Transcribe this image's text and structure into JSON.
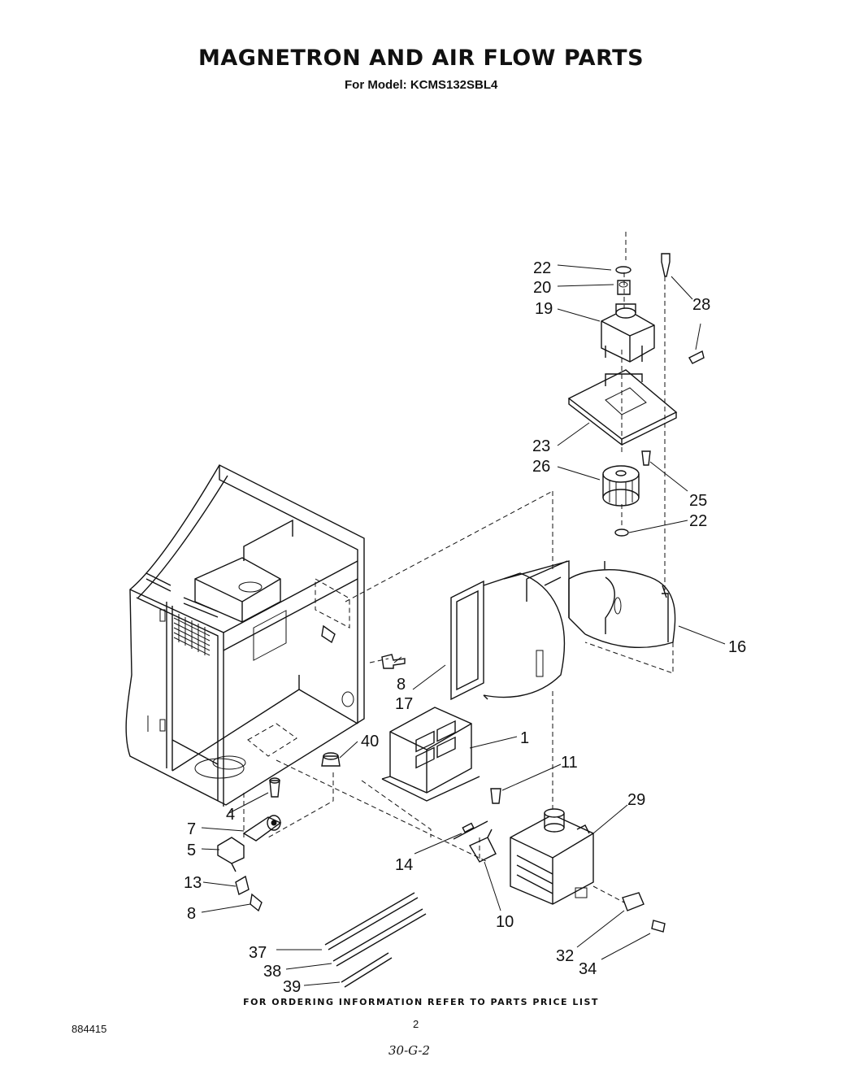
{
  "header": {
    "title": "MAGNETRON AND AIR FLOW PARTS",
    "subtitle": "For Model: KCMS132SBL4"
  },
  "callouts": {
    "c22a": "22",
    "c20": "20",
    "c19": "19",
    "c28": "28",
    "c23": "23",
    "c26": "26",
    "c25": "25",
    "c22b": "22",
    "c16": "16",
    "c8a": "8",
    "c17": "17",
    "c40": "40",
    "c1": "1",
    "c11": "11",
    "c29": "29",
    "c4": "4",
    "c7": "7",
    "c5": "5",
    "c14": "14",
    "c13": "13",
    "c10": "10",
    "c8b": "8",
    "c32": "32",
    "c34": "34",
    "c37": "37",
    "c38": "38",
    "c39": "39"
  },
  "footer": {
    "note": "FOR ORDERING INFORMATION REFER TO PARTS PRICE LIST",
    "doc_number": "884415",
    "page_number": "2",
    "handwritten": "30-G-2"
  }
}
